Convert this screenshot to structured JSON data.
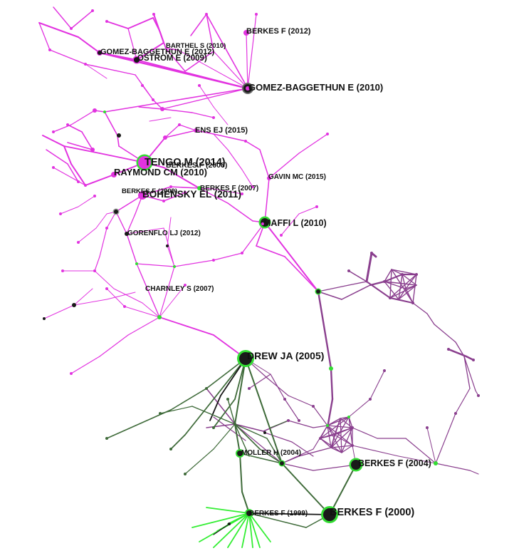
{
  "colors": {
    "magenta": "#e233e0",
    "purple": "#8a3f8e",
    "darkgreen": "#3f6b3a",
    "lightgreen": "#33ee33",
    "node_green": "#33dd33",
    "node_dark": "#1a1a1a",
    "label": "#111111"
  },
  "labels": [
    {
      "text": "BERKES F (2012)"
    },
    {
      "text": "BARTHEL S (2010)"
    },
    {
      "text": "GOMEZ-BAGGETHUN E (2012)"
    },
    {
      "text": "OSTROM E (2009)"
    },
    {
      "text": "GOMEZ-BAGGETHUN E (2010)"
    },
    {
      "text": "ENS EJ (2015)"
    },
    {
      "text": "TENGO M (2014)"
    },
    {
      "text": "BERKES F (2008)"
    },
    {
      "text": "RAYMOND CM (2010)"
    },
    {
      "text": "GAVIN MC (2015)"
    },
    {
      "text": "BERKES F (2007)"
    },
    {
      "text": "BERKES F (2009)"
    },
    {
      "text": "BOHENSKY EL (2011)"
    },
    {
      "text": "MAFFI L (2010)"
    },
    {
      "text": "GORENFLO LJ (2012)"
    },
    {
      "text": "CHARNLEY S (2007)"
    },
    {
      "text": "DREW JA (2005)"
    },
    {
      "text": "MOLLER H (2004)"
    },
    {
      "text": "BERKES F (2004)"
    },
    {
      "text": "BERKES F (1999)"
    },
    {
      "text": "BERKES F (2000)"
    }
  ]
}
